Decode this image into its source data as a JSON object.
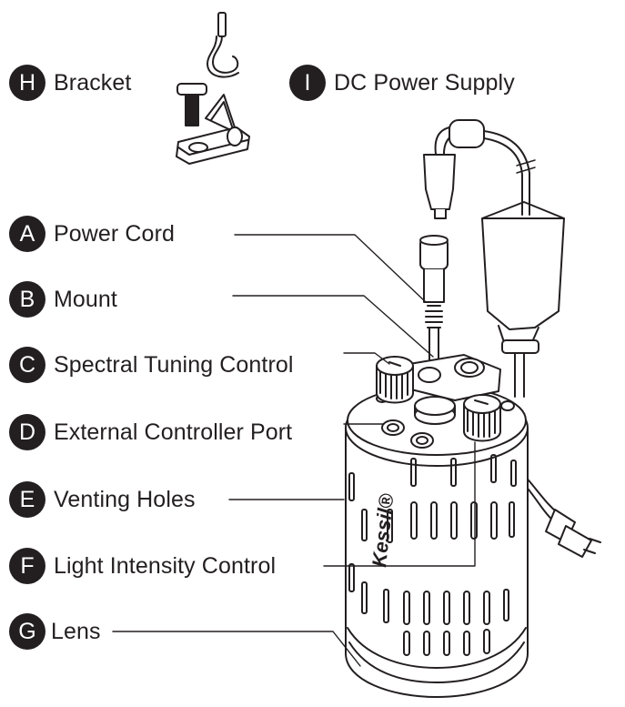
{
  "labels": [
    {
      "letter": "H",
      "text": "Bracket"
    },
    {
      "letter": "I",
      "text": "DC Power Supply"
    },
    {
      "letter": "A",
      "text": "Power Cord"
    },
    {
      "letter": "B",
      "text": "Mount"
    },
    {
      "letter": "C",
      "text": "Spectral Tuning Control"
    },
    {
      "letter": "D",
      "text": "External Controller Port"
    },
    {
      "letter": "E",
      "text": "Venting Holes"
    },
    {
      "letter": "F",
      "text": "Light Intensity Control"
    },
    {
      "letter": "G",
      "text": "Lens"
    }
  ],
  "brand": "Kessil®",
  "colors": {
    "ink": "#231f20",
    "background": "#ffffff"
  }
}
